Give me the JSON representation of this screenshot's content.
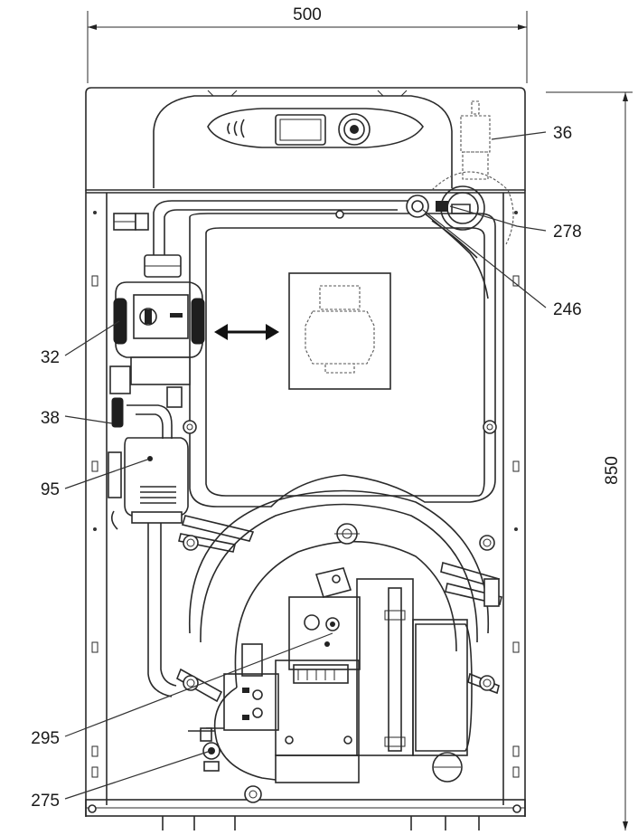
{
  "dimensions": {
    "width": "500",
    "height": "850"
  },
  "callouts": [
    {
      "id": "c36",
      "label": "36"
    },
    {
      "id": "c278",
      "label": "278"
    },
    {
      "id": "c246",
      "label": "246"
    },
    {
      "id": "c32",
      "label": "32"
    },
    {
      "id": "c38",
      "label": "38"
    },
    {
      "id": "c95",
      "label": "95"
    },
    {
      "id": "c295",
      "label": "295"
    },
    {
      "id": "c275",
      "label": "275"
    }
  ]
}
